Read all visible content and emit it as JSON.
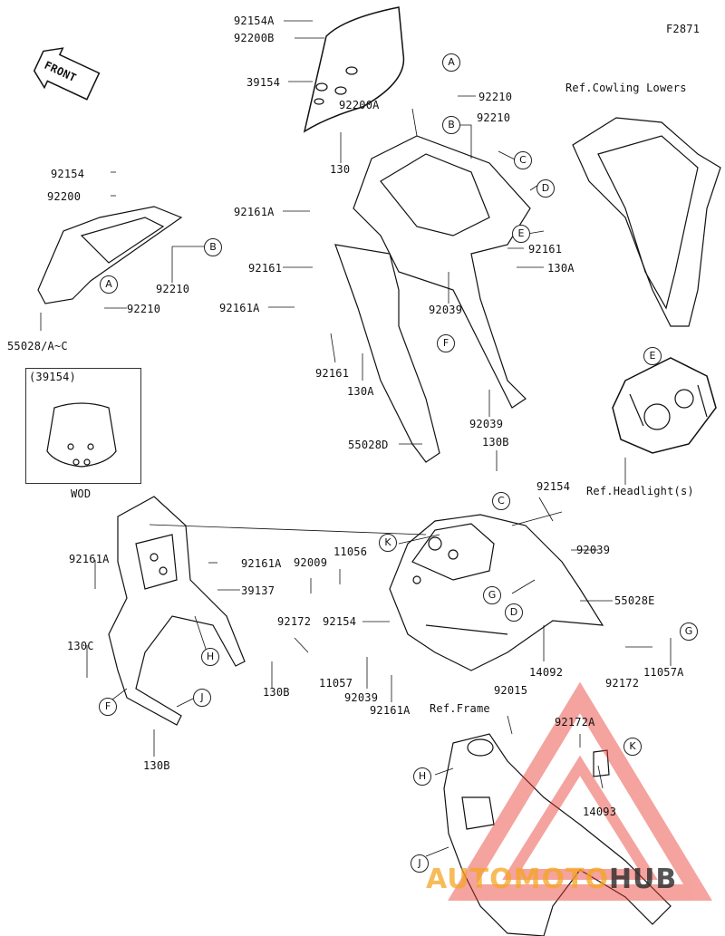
{
  "figure_code": "F2871",
  "front_label": "FRONT",
  "refs": {
    "cowling_lowers": "Ref.Cowling Lowers",
    "headlights": "Ref.Headlight(s)",
    "frame": "Ref.Frame"
  },
  "inset": {
    "title": "(39154)",
    "caption": "WOD"
  },
  "callouts": [
    "A",
    "B",
    "C",
    "D",
    "E",
    "F",
    "G",
    "H",
    "J",
    "K"
  ],
  "parts": {
    "p92154A": "92154A",
    "p92200B": "92200B",
    "p39154": "39154",
    "p92200A": "92200A",
    "p92210": "92210",
    "p130": "130",
    "p92154": "92154",
    "p92200": "92200",
    "p92161A": "92161A",
    "p92161": "92161",
    "p130A": "130A",
    "p92039": "92039",
    "p55028AC": "55028/A~C",
    "p55028D": "55028D",
    "p130B": "130B",
    "p11056": "11056",
    "p92009": "92009",
    "p39137": "39137",
    "p55028E": "55028E",
    "p130C": "130C",
    "p92172": "92172",
    "p11057": "11057",
    "p11057A": "11057A",
    "p14092": "14092",
    "p92015": "92015",
    "p92172A": "92172A",
    "p14093": "14093"
  },
  "watermark": {
    "part1": "AUTO",
    "part2": "MOTO",
    "part3": "HUB",
    "color_orange": "#f5a623",
    "color_red": "#e8362d",
    "color_dark": "#2b2b2b"
  }
}
